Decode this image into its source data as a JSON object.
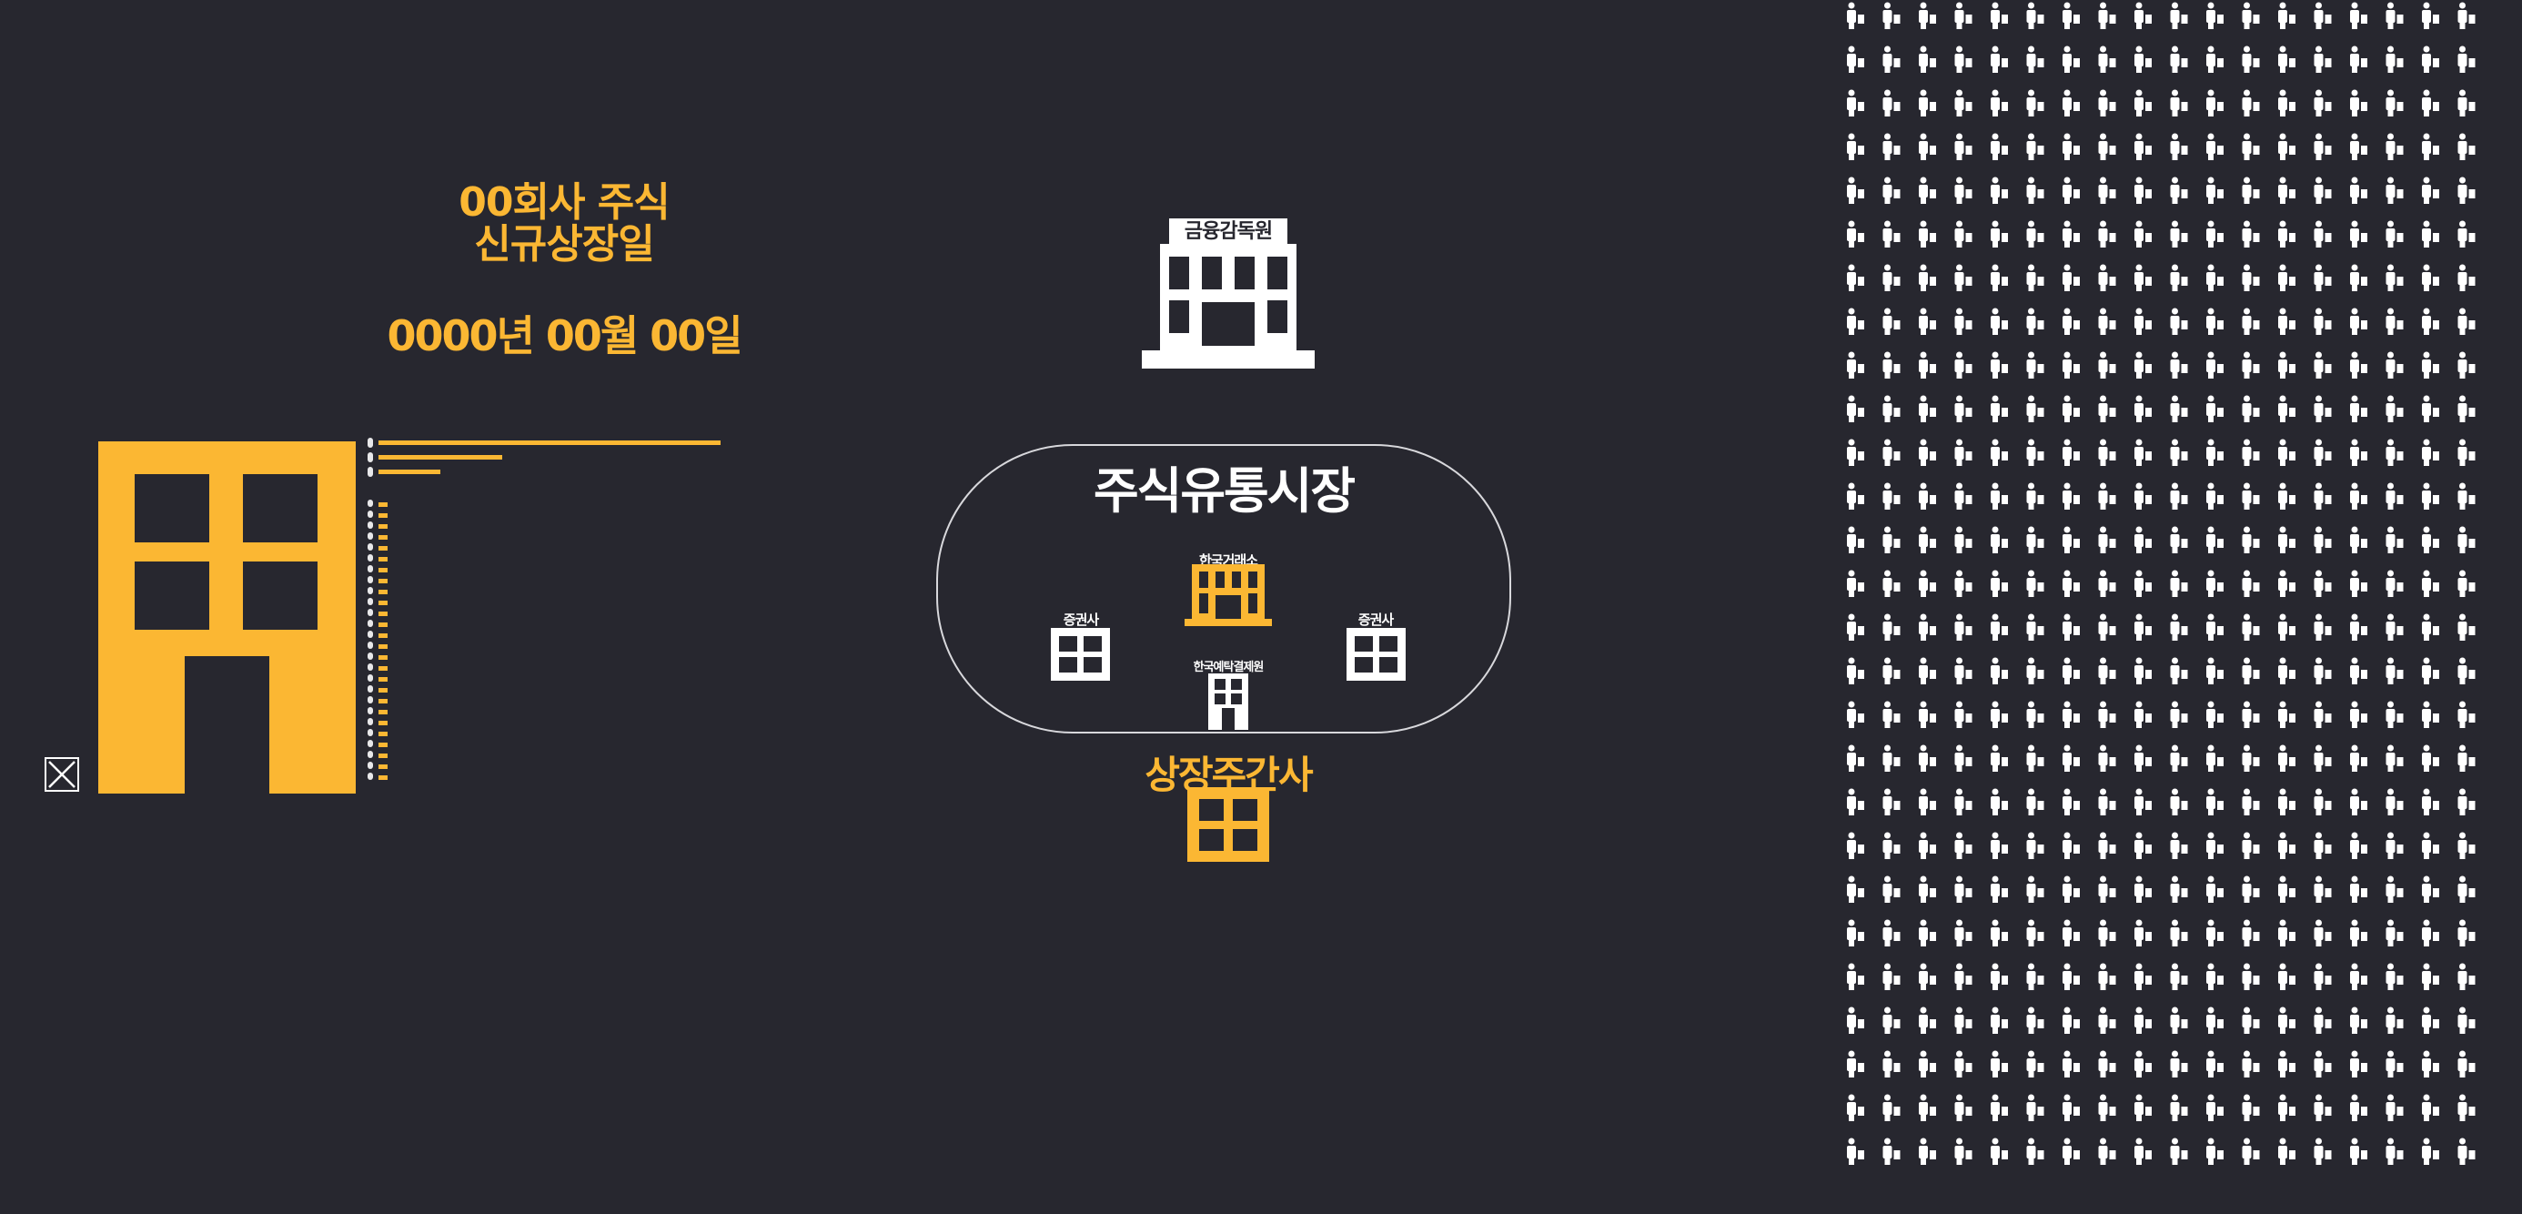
{
  "company": {
    "title_line1": "00회사 주식",
    "title_line2": "신규상장일",
    "listing_date": "0000년 00월 00일"
  },
  "regulator": {
    "label": "금융감독원"
  },
  "market": {
    "title": "주식유통시장",
    "exchange_label": "한국거래소",
    "depository_label": "한국예탁결제원",
    "broker_left_label": "증권사",
    "broker_right_label": "증권사"
  },
  "underwriter": {
    "label": "상장주간사"
  },
  "colors": {
    "background": "#27272f",
    "accent": "#fbb733",
    "white": "#ffffff"
  },
  "icons": {
    "close": "close-box-icon",
    "company": "company-building-icon",
    "regulator": "government-building-icon",
    "exchange": "exchange-building-icon",
    "broker": "broker-building-icon",
    "depository": "depository-building-icon",
    "investors": "investor-people-icon"
  }
}
